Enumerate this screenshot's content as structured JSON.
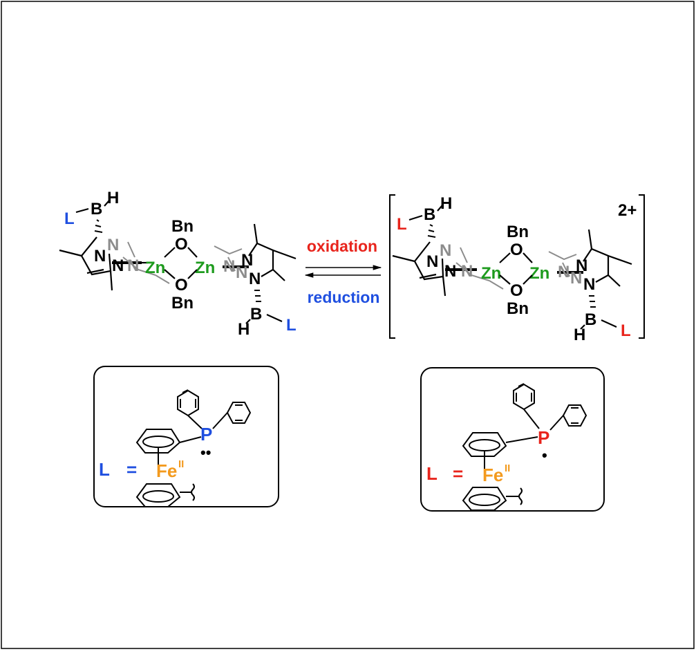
{
  "colors": {
    "zinc": "#1e9b1e",
    "ligand_left": "#1f4fe0",
    "ligand_right": "#e8241c",
    "iron": "#f39a1e",
    "nitrogen_back": "#8c8c8c",
    "bond": "#000000",
    "oxidation_label": "#e8241c",
    "reduction_label": "#1f4fe0"
  },
  "reaction": {
    "forward_label": "oxidation",
    "reverse_label": "reduction",
    "product_charge": "2+"
  },
  "complex": {
    "metal": "Zn",
    "boron": "B",
    "hydride": "H",
    "ligand": "L",
    "nitrogen": "N",
    "oxygen": "O",
    "benzyl": "Bn"
  },
  "legend_left": {
    "ligand": "L",
    "equals": "=",
    "iron": "Fe",
    "iron_oxidation_state": "II",
    "phosphorus": "P",
    "lone_pair": "••"
  },
  "legend_right": {
    "ligand": "L",
    "equals": "=",
    "iron": "Fe",
    "iron_oxidation_state": "II",
    "phosphorus": "P",
    "radical": "•"
  }
}
